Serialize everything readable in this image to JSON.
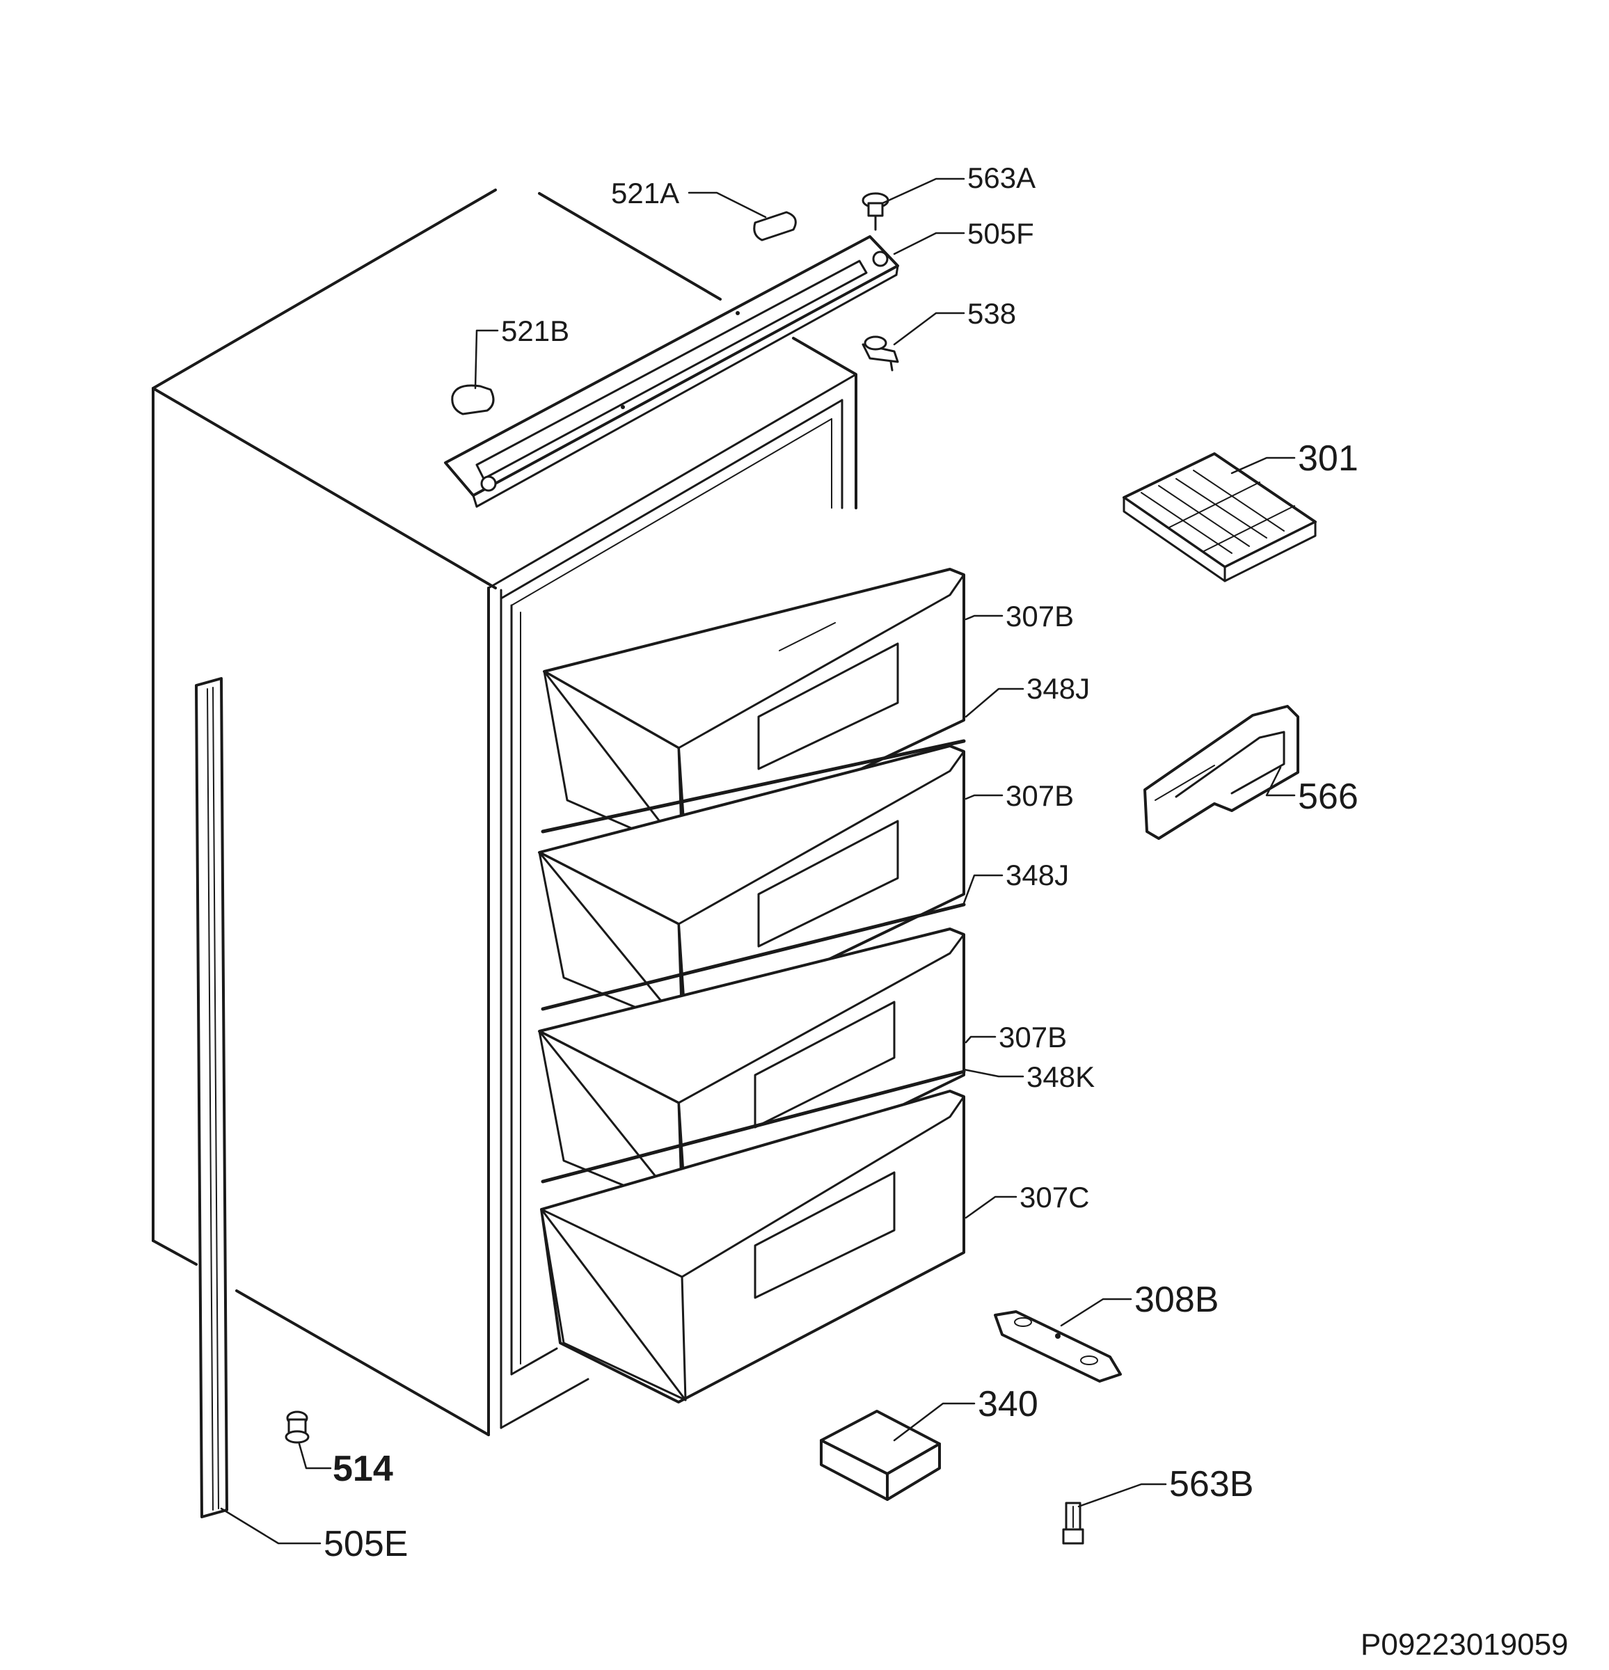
{
  "labels": {
    "l_521A": "521A",
    "l_563A": "563A",
    "l_505F": "505F",
    "l_538": "538",
    "l_521B": "521B",
    "l_301": "301",
    "l_307B_1": "307B",
    "l_348J_1": "348J",
    "l_566": "566",
    "l_307B_2": "307B",
    "l_348J_2": "348J",
    "l_307B_3": "307B",
    "l_348K": "348K",
    "l_307C": "307C",
    "l_308B": "308B",
    "l_340": "340",
    "l_514": "514",
    "l_563B": "563B",
    "l_505E": "505E"
  },
  "drawing_code": "P09223019059"
}
